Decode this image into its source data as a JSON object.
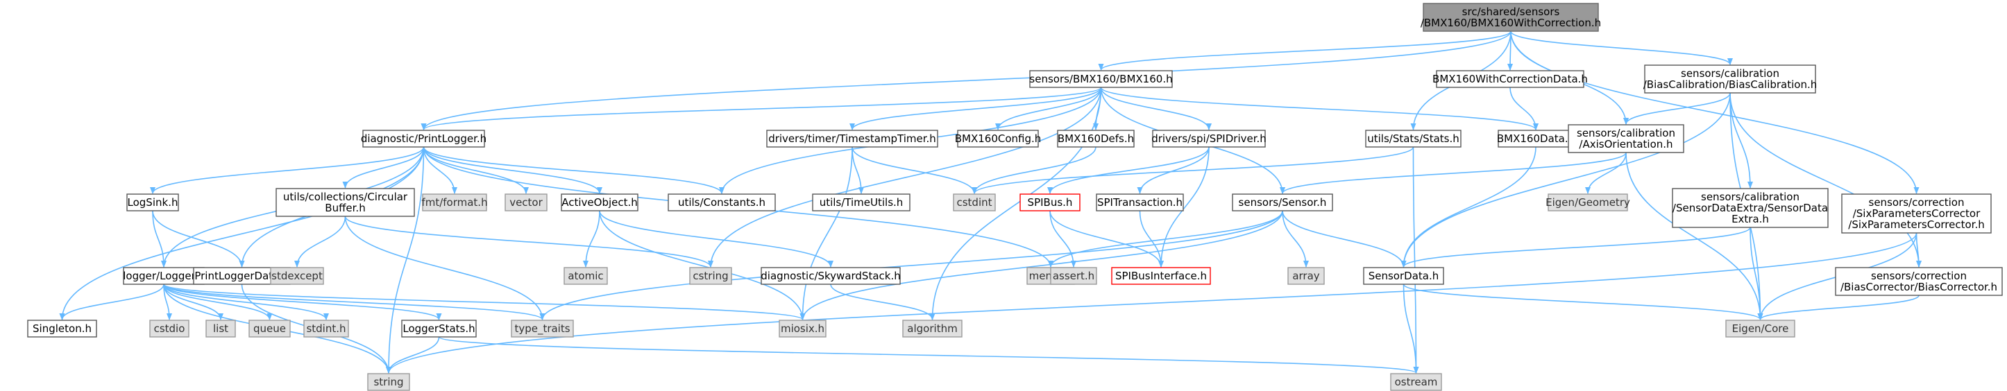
{
  "colors": {
    "edge": "#63b8ff",
    "source_fill": "#999999",
    "external_fill": "#e0e0e0",
    "red_border": "#ff0000"
  },
  "nodes": [
    {
      "id": "root",
      "kind": "src",
      "lines": [
        "src/shared/sensors",
        "/BMX160/BMX160WithCorrection.h"
      ]
    },
    {
      "id": "bmx160h",
      "kind": "norm",
      "lines": [
        "sensors/BMX160/BMX160.h"
      ]
    },
    {
      "id": "corrdata",
      "kind": "norm",
      "lines": [
        "BMX160WithCorrectionData.h"
      ]
    },
    {
      "id": "biascal",
      "kind": "norm",
      "lines": [
        "sensors/calibration",
        "/BiasCalibration/BiasCalibration.h"
      ]
    },
    {
      "id": "printlogger",
      "kind": "norm",
      "lines": [
        "diagnostic/PrintLogger.h"
      ]
    },
    {
      "id": "tstimer",
      "kind": "norm",
      "lines": [
        "drivers/timer/TimestampTimer.h"
      ]
    },
    {
      "id": "bmxconfig",
      "kind": "norm",
      "lines": [
        "BMX160Config.h"
      ]
    },
    {
      "id": "bmxdefs",
      "kind": "norm",
      "lines": [
        "BMX160Defs.h"
      ]
    },
    {
      "id": "spidriver",
      "kind": "norm",
      "lines": [
        "drivers/spi/SPIDriver.h"
      ]
    },
    {
      "id": "stats",
      "kind": "norm",
      "lines": [
        "utils/Stats/Stats.h"
      ]
    },
    {
      "id": "bmxdata",
      "kind": "norm",
      "lines": [
        "BMX160Data.h"
      ]
    },
    {
      "id": "axisorient",
      "kind": "norm",
      "lines": [
        "sensors/calibration",
        "/AxisOrientation.h"
      ]
    },
    {
      "id": "sixparam",
      "kind": "norm",
      "lines": [
        "sensors/correction",
        "/SixParametersCorrector",
        "/SixParametersCorrector.h"
      ]
    },
    {
      "id": "logsink",
      "kind": "norm",
      "lines": [
        "LogSink.h"
      ]
    },
    {
      "id": "circbuf",
      "kind": "norm",
      "lines": [
        "utils/collections/Circular",
        "Buffer.h"
      ]
    },
    {
      "id": "fmt",
      "kind": "ext",
      "lines": [
        "fmt/format.h"
      ]
    },
    {
      "id": "vector",
      "kind": "ext",
      "lines": [
        "vector"
      ]
    },
    {
      "id": "activeobj",
      "kind": "norm",
      "lines": [
        "ActiveObject.h"
      ]
    },
    {
      "id": "constants",
      "kind": "norm",
      "lines": [
        "utils/Constants.h"
      ]
    },
    {
      "id": "timeutils",
      "kind": "norm",
      "lines": [
        "utils/TimeUtils.h"
      ]
    },
    {
      "id": "cstdint",
      "kind": "ext",
      "lines": [
        "cstdint"
      ]
    },
    {
      "id": "spibus",
      "kind": "red",
      "lines": [
        "SPIBus.h"
      ]
    },
    {
      "id": "spitrans",
      "kind": "norm",
      "lines": [
        "SPITransaction.h"
      ]
    },
    {
      "id": "sensor",
      "kind": "norm",
      "lines": [
        "sensors/Sensor.h"
      ]
    },
    {
      "id": "eigengeo",
      "kind": "ext",
      "lines": [
        "Eigen/Geometry"
      ]
    },
    {
      "id": "sdextra",
      "kind": "norm",
      "lines": [
        "sensors/calibration",
        "/SensorDataExtra/SensorData",
        "Extra.h"
      ]
    },
    {
      "id": "biascorr",
      "kind": "norm",
      "lines": [
        "sensors/correction",
        "/BiasCorrector/BiasCorrector.h"
      ]
    },
    {
      "id": "logger",
      "kind": "norm",
      "lines": [
        "logger/Logger.h"
      ]
    },
    {
      "id": "pldata",
      "kind": "norm",
      "lines": [
        "PrintLoggerData.h"
      ]
    },
    {
      "id": "stdexcept",
      "kind": "ext",
      "lines": [
        "stdexcept"
      ]
    },
    {
      "id": "atomic",
      "kind": "ext",
      "lines": [
        "atomic"
      ]
    },
    {
      "id": "cstring",
      "kind": "ext",
      "lines": [
        "cstring"
      ]
    },
    {
      "id": "skyward",
      "kind": "norm",
      "lines": [
        "diagnostic/SkywardStack.h"
      ]
    },
    {
      "id": "memory",
      "kind": "ext",
      "lines": [
        "memory"
      ]
    },
    {
      "id": "asserth",
      "kind": "ext",
      "lines": [
        "assert.h"
      ]
    },
    {
      "id": "spibusif",
      "kind": "red",
      "lines": [
        "SPIBusInterface.h"
      ]
    },
    {
      "id": "array",
      "kind": "ext",
      "lines": [
        "array"
      ]
    },
    {
      "id": "sensordata",
      "kind": "norm",
      "lines": [
        "SensorData.h"
      ]
    },
    {
      "id": "eigencore",
      "kind": "ext",
      "lines": [
        "Eigen/Core"
      ]
    },
    {
      "id": "singleton",
      "kind": "norm",
      "lines": [
        "Singleton.h"
      ]
    },
    {
      "id": "cstdio",
      "kind": "ext",
      "lines": [
        "cstdio"
      ]
    },
    {
      "id": "list",
      "kind": "ext",
      "lines": [
        "list"
      ]
    },
    {
      "id": "queue",
      "kind": "ext",
      "lines": [
        "queue"
      ]
    },
    {
      "id": "stdint",
      "kind": "ext",
      "lines": [
        "stdint.h"
      ]
    },
    {
      "id": "loggerstats",
      "kind": "norm",
      "lines": [
        "LoggerStats.h"
      ]
    },
    {
      "id": "typetraits",
      "kind": "ext",
      "lines": [
        "type_traits"
      ]
    },
    {
      "id": "miosix",
      "kind": "ext",
      "lines": [
        "miosix.h"
      ]
    },
    {
      "id": "algorithm",
      "kind": "ext",
      "lines": [
        "algorithm"
      ]
    },
    {
      "id": "string",
      "kind": "ext",
      "lines": [
        "string"
      ]
    },
    {
      "id": "ostream",
      "kind": "ext",
      "lines": [
        "ostream"
      ]
    }
  ],
  "edges": [
    [
      "root",
      "bmx160h"
    ],
    [
      "root",
      "corrdata"
    ],
    [
      "root",
      "biascal"
    ],
    [
      "root",
      "printlogger"
    ],
    [
      "root",
      "stats"
    ],
    [
      "root",
      "axisorient"
    ],
    [
      "root",
      "sixparam"
    ],
    [
      "bmx160h",
      "printlogger"
    ],
    [
      "bmx160h",
      "tstimer"
    ],
    [
      "bmx160h",
      "bmxconfig"
    ],
    [
      "bmx160h",
      "bmxdefs"
    ],
    [
      "bmx160h",
      "spidriver"
    ],
    [
      "bmx160h",
      "bmxdata"
    ],
    [
      "bmx160h",
      "constants"
    ],
    [
      "bmx160h",
      "sensor"
    ],
    [
      "bmx160h",
      "cstring"
    ],
    [
      "bmx160h",
      "algorithm"
    ],
    [
      "corrdata",
      "bmxdata"
    ],
    [
      "biascal",
      "axisorient"
    ],
    [
      "biascal",
      "sdextra"
    ],
    [
      "biascal",
      "biascorr"
    ],
    [
      "biascal",
      "sensordata"
    ],
    [
      "biascal",
      "eigencore"
    ],
    [
      "printlogger",
      "logsink"
    ],
    [
      "printlogger",
      "circbuf"
    ],
    [
      "printlogger",
      "fmt"
    ],
    [
      "printlogger",
      "vector"
    ],
    [
      "printlogger",
      "activeobj"
    ],
    [
      "printlogger",
      "constants"
    ],
    [
      "printlogger",
      "logger"
    ],
    [
      "printlogger",
      "pldata"
    ],
    [
      "printlogger",
      "memory"
    ],
    [
      "printlogger",
      "singleton"
    ],
    [
      "printlogger",
      "string"
    ],
    [
      "tstimer",
      "timeutils"
    ],
    [
      "tstimer",
      "cstdint"
    ],
    [
      "tstimer",
      "miosix"
    ],
    [
      "bmxdefs",
      "cstdint"
    ],
    [
      "spidriver",
      "spibus"
    ],
    [
      "spidriver",
      "spitrans"
    ],
    [
      "spidriver",
      "spibusif"
    ],
    [
      "stats",
      "cstdint"
    ],
    [
      "stats",
      "ostream"
    ],
    [
      "bmxdata",
      "sensordata"
    ],
    [
      "axisorient",
      "sensor"
    ],
    [
      "axisorient",
      "eigengeo"
    ],
    [
      "axisorient",
      "eigencore"
    ],
    [
      "sixparam",
      "eigencore"
    ],
    [
      "sixparam",
      "biascorr"
    ],
    [
      "sixparam",
      "string"
    ],
    [
      "logsink",
      "logger"
    ],
    [
      "logsink",
      "pldata"
    ],
    [
      "circbuf",
      "stdexcept"
    ],
    [
      "circbuf",
      "typetraits"
    ],
    [
      "circbuf",
      "cstring"
    ],
    [
      "activeobj",
      "atomic"
    ],
    [
      "activeobj",
      "miosix"
    ],
    [
      "activeobj",
      "skyward"
    ],
    [
      "spibus",
      "asserth"
    ],
    [
      "spibus",
      "spibusif"
    ],
    [
      "spitrans",
      "spibusif"
    ],
    [
      "sensor",
      "memory"
    ],
    [
      "sensor",
      "array"
    ],
    [
      "sensor",
      "sensordata"
    ],
    [
      "sensor",
      "miosix"
    ],
    [
      "sensor",
      "typetraits"
    ],
    [
      "sdextra",
      "sensordata"
    ],
    [
      "sdextra",
      "eigencore"
    ],
    [
      "biascorr",
      "eigencore"
    ],
    [
      "logger",
      "singleton"
    ],
    [
      "logger",
      "cstdio"
    ],
    [
      "logger",
      "list"
    ],
    [
      "logger",
      "queue"
    ],
    [
      "logger",
      "stdint"
    ],
    [
      "logger",
      "loggerstats"
    ],
    [
      "logger",
      "typetraits"
    ],
    [
      "logger",
      "miosix"
    ],
    [
      "logger",
      "string"
    ],
    [
      "pldata",
      "string"
    ],
    [
      "skyward",
      "algorithm"
    ],
    [
      "sensordata",
      "eigencore"
    ],
    [
      "sensordata",
      "ostream"
    ],
    [
      "loggerstats",
      "string"
    ],
    [
      "loggerstats",
      "ostream"
    ]
  ]
}
